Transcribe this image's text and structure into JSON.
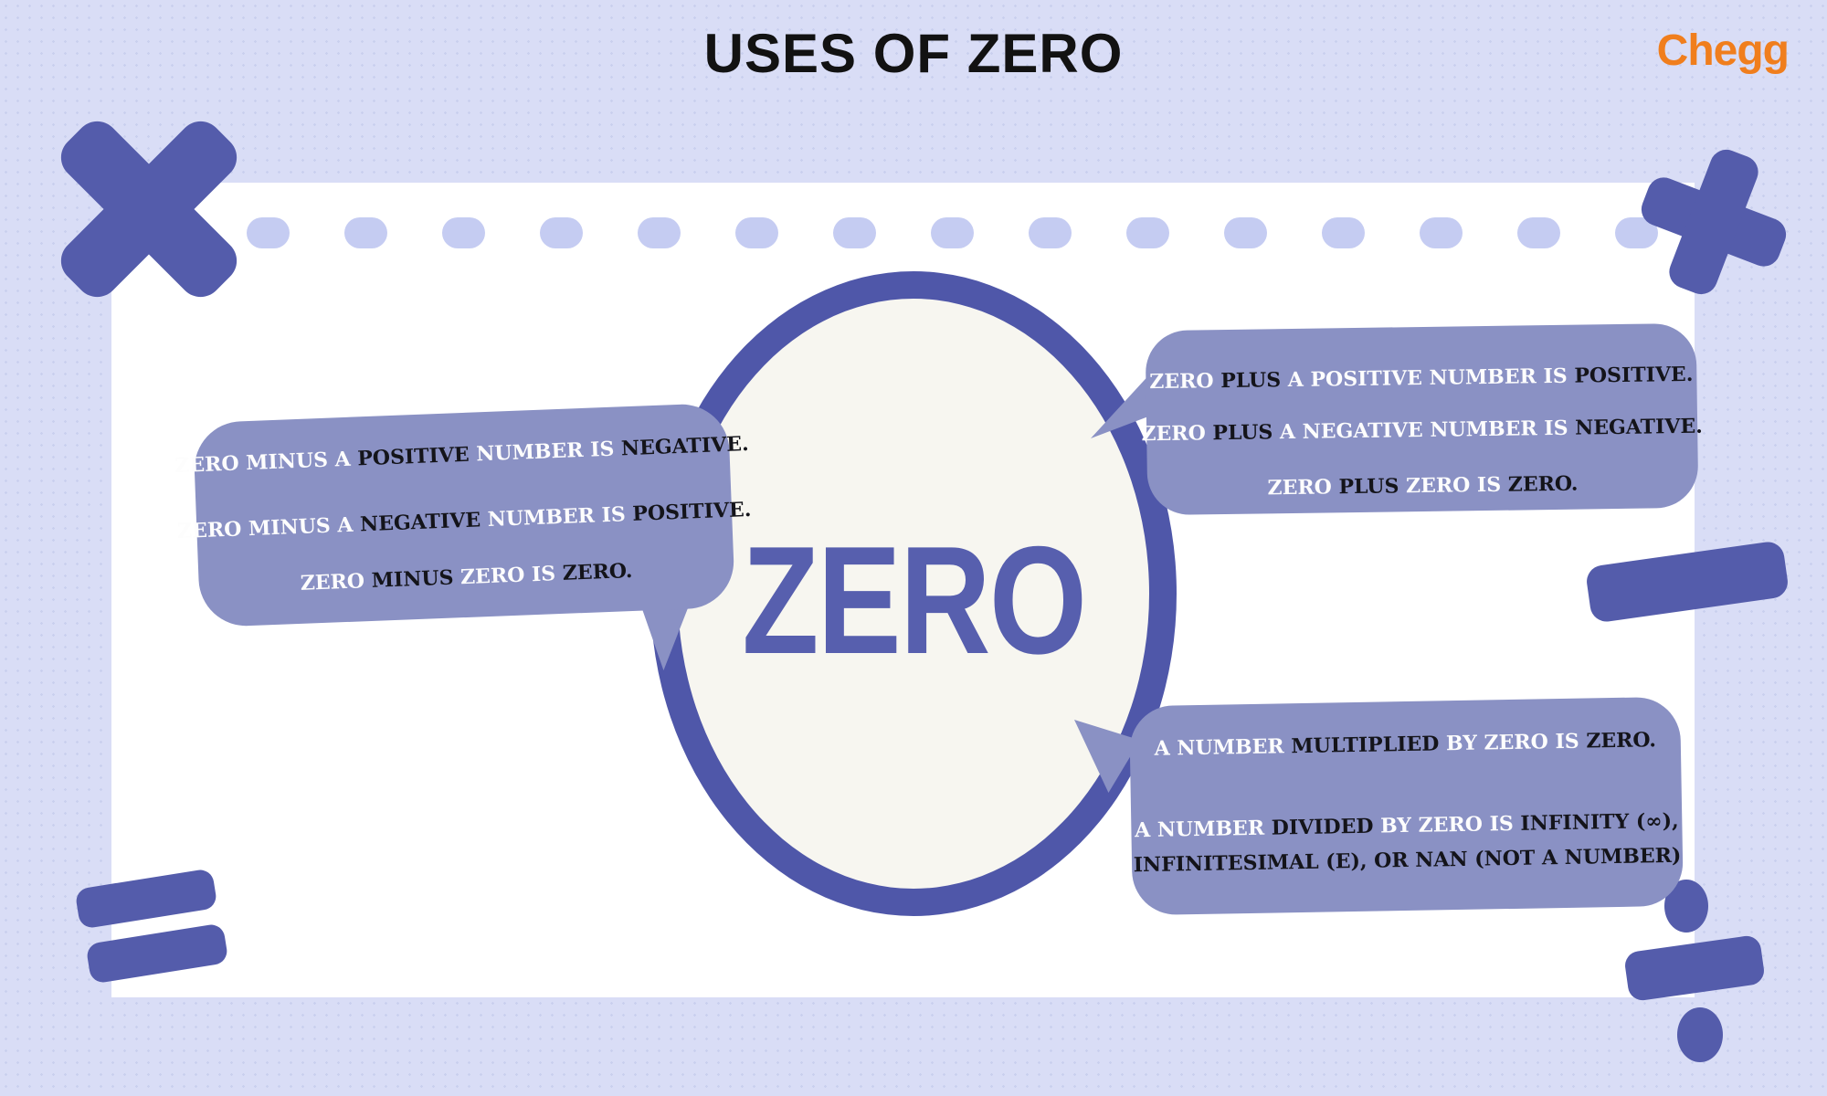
{
  "title": "USES OF ZERO",
  "brand": {
    "name": "Chegg",
    "color": "#f07e1d"
  },
  "center": {
    "label": "ZERO"
  },
  "colors": {
    "background": "#d9ddf6",
    "panel": "#ffffff",
    "shape_indigo": "#545cab",
    "ellipse_border": "#4f57a9",
    "ellipse_fill": "#f7f6f0",
    "bubble": "#8a91c4",
    "dash": "#c5ccf2",
    "zero_text": "#575fae",
    "text_white": "#fdfdfd",
    "text_dark": "#14141a"
  },
  "divider": {
    "count": 15
  },
  "shapes": {
    "multiply": "multiplication-cross",
    "plus": "plus-sign",
    "minus": "minus-sign",
    "equals": "equals-sign",
    "divide": "division-sign"
  },
  "bubbles": {
    "subtraction": {
      "lines": [
        {
          "segments": [
            {
              "text": "ZERO MINUS A ",
              "cls": "w"
            },
            {
              "text": "POSITIVE ",
              "cls": "d"
            },
            {
              "text": "NUMBER IS ",
              "cls": "w"
            },
            {
              "text": "NEGATIVE.",
              "cls": "d"
            }
          ]
        },
        {
          "segments": [
            {
              "text": "ZERO MINUS A ",
              "cls": "w"
            },
            {
              "text": "NEGATIVE ",
              "cls": "d"
            },
            {
              "text": "NUMBER IS ",
              "cls": "w"
            },
            {
              "text": "POSITIVE.",
              "cls": "d"
            }
          ]
        },
        {
          "segments": [
            {
              "text": "ZERO ",
              "cls": "w"
            },
            {
              "text": "MINUS ",
              "cls": "d"
            },
            {
              "text": "ZERO IS ",
              "cls": "w"
            },
            {
              "text": "ZERO.",
              "cls": "d"
            }
          ]
        }
      ]
    },
    "addition": {
      "lines": [
        {
          "segments": [
            {
              "text": "ZERO ",
              "cls": "w"
            },
            {
              "text": "PLUS ",
              "cls": "d"
            },
            {
              "text": "A POSITIVE NUMBER IS ",
              "cls": "w"
            },
            {
              "text": "POSITIVE.",
              "cls": "d"
            }
          ]
        },
        {
          "segments": [
            {
              "text": "ZERO ",
              "cls": "w"
            },
            {
              "text": "PLUS ",
              "cls": "d"
            },
            {
              "text": "A NEGATIVE NUMBER IS ",
              "cls": "w"
            },
            {
              "text": "NEGATIVE.",
              "cls": "d"
            }
          ]
        },
        {
          "segments": [
            {
              "text": "ZERO ",
              "cls": "w"
            },
            {
              "text": "PLUS ",
              "cls": "d"
            },
            {
              "text": "ZERO IS ",
              "cls": "w"
            },
            {
              "text": "ZERO.",
              "cls": "d"
            }
          ]
        }
      ]
    },
    "multiplication_division": {
      "lines": [
        {
          "segments": [
            {
              "text": "A NUMBER ",
              "cls": "w"
            },
            {
              "text": "MULTIPLIED ",
              "cls": "d"
            },
            {
              "text": "BY ZERO IS ",
              "cls": "w"
            },
            {
              "text": "ZERO.",
              "cls": "d"
            }
          ]
        },
        {
          "segments": [
            {
              "text": "A NUMBER ",
              "cls": "w"
            },
            {
              "text": "DIVIDED ",
              "cls": "d"
            },
            {
              "text": "BY ZERO IS ",
              "cls": "w"
            },
            {
              "text": "INFINITY (∞),",
              "cls": "d"
            }
          ]
        },
        {
          "segments": [
            {
              "text": "INFINITESIMAL (E), OR NAN (NOT A NUMBER)",
              "cls": "d"
            }
          ]
        }
      ]
    }
  }
}
